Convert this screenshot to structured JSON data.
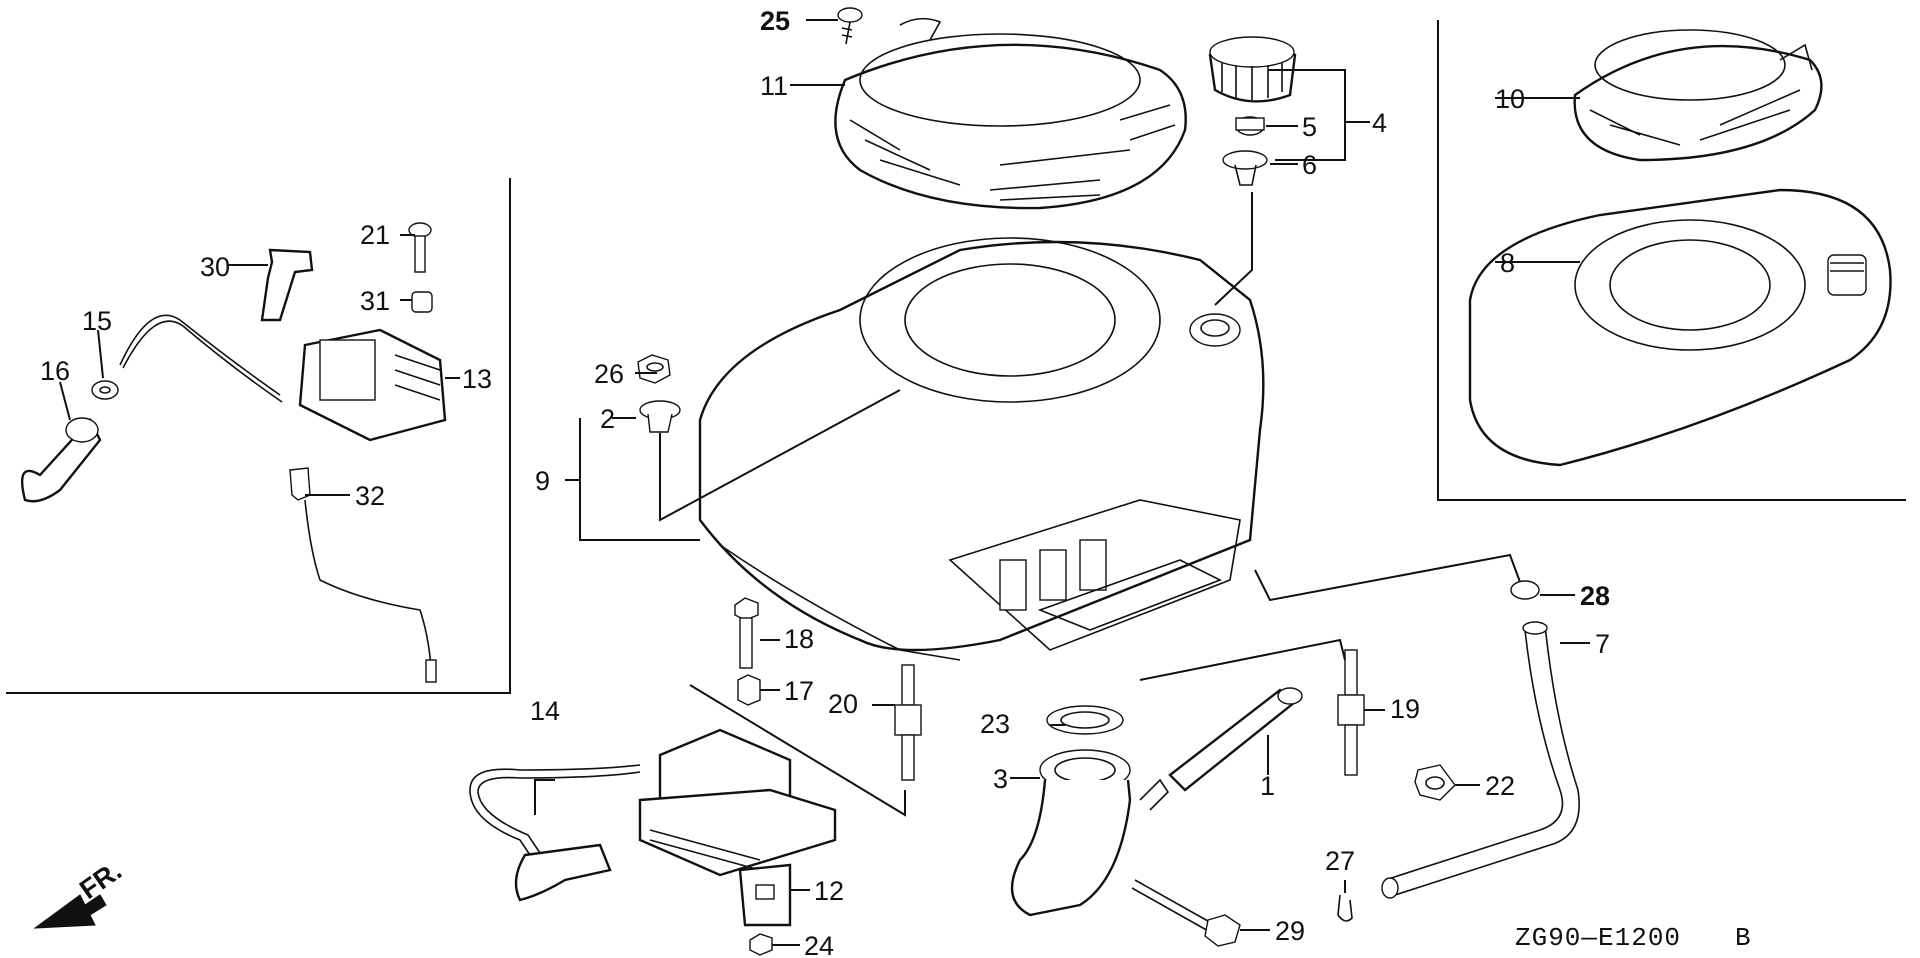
{
  "diagram_code": "ZG90—E1200",
  "diagram_revision": "B",
  "direction_label": "FR.",
  "callouts": {
    "p1": "1",
    "p2": "2",
    "p3": "3",
    "p4": "4",
    "p5": "5",
    "p6": "6",
    "p7": "7",
    "p8": "8",
    "p9": "9",
    "p10": "10",
    "p11": "11",
    "p12": "12",
    "p13": "13",
    "p14": "14",
    "p15": "15",
    "p16": "16",
    "p17": "17",
    "p18": "18",
    "p19": "19",
    "p20": "20",
    "p21": "21",
    "p22": "22",
    "p23": "23",
    "p24": "24",
    "p25": "25",
    "p26": "26",
    "p27": "27",
    "p28": "28",
    "p29": "29",
    "p30": "30",
    "p31": "31",
    "p32": "32"
  }
}
